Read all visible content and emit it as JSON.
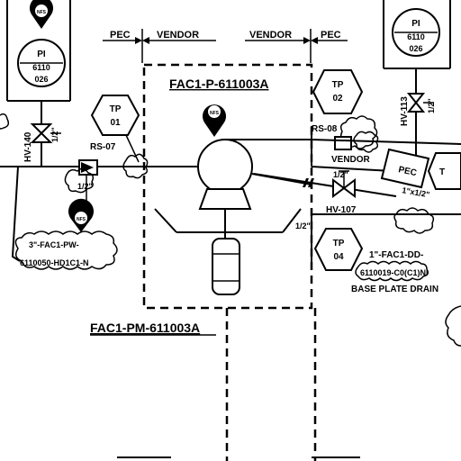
{
  "labels": {
    "pec_left": "PEC",
    "vendor_left": "VENDOR",
    "vendor_right": "VENDOR",
    "pec_right": "PEC",
    "pump_tag": "FAC1-P-611003A",
    "motor_tag": "FAC1-PM-611003A",
    "pec_box": "PEC",
    "vendor_mid": "VENDOR",
    "base_plate_drain": "BASE PLATE DRAIN"
  },
  "pi_left": {
    "code": "PI",
    "num": "6110",
    "sub": "026"
  },
  "pi_right": {
    "code": "PI",
    "num": "6110",
    "sub": "026"
  },
  "test_points": {
    "tp01": {
      "code": "TP",
      "num": "01"
    },
    "tp02": {
      "code": "TP",
      "num": "02"
    },
    "tp04": {
      "code": "TP",
      "num": "04"
    },
    "tp_partial": "T"
  },
  "valves": {
    "hv140": "HV-140",
    "hv113": "HV-113",
    "hv107": "HV-107",
    "rs07": "RS-07",
    "rs08": "RS-08",
    "half_inch": "1/2\"",
    "half_inch_b": "1/2\"",
    "half_inch_c": "1/2\"",
    "half_inch_d": "1/2\"",
    "half_inch_e": "1/2\"",
    "reducer": "1\"x1/2\""
  },
  "lines": {
    "left_line_a": "3\"-FAC1-PW-",
    "left_line_b": "6110050-HD1C1-N",
    "drain_line_a": "1\"-FAC1-DD-",
    "drain_line_b": "6110019-C0(C1)NI"
  },
  "markers": {
    "nfs_top_left": "NFS",
    "nfs_pump": "NFS",
    "nfs_lower_left": "NFS"
  }
}
